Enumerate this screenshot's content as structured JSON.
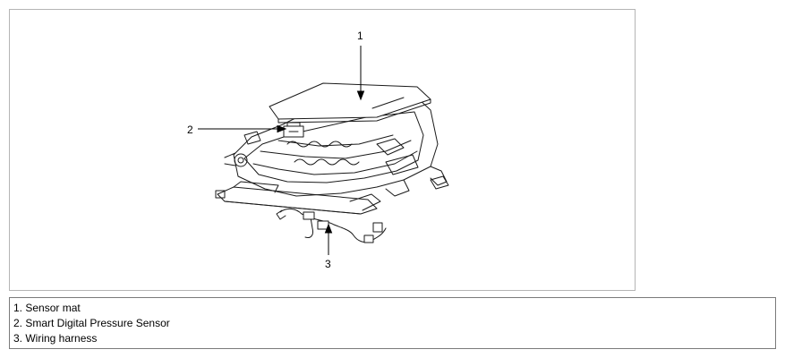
{
  "diagram": {
    "callouts": [
      "1",
      "2",
      "3"
    ]
  },
  "legend": {
    "items": [
      "1. Sensor mat",
      "2. Smart Digital Pressure Sensor",
      "3. Wiring harness"
    ]
  }
}
